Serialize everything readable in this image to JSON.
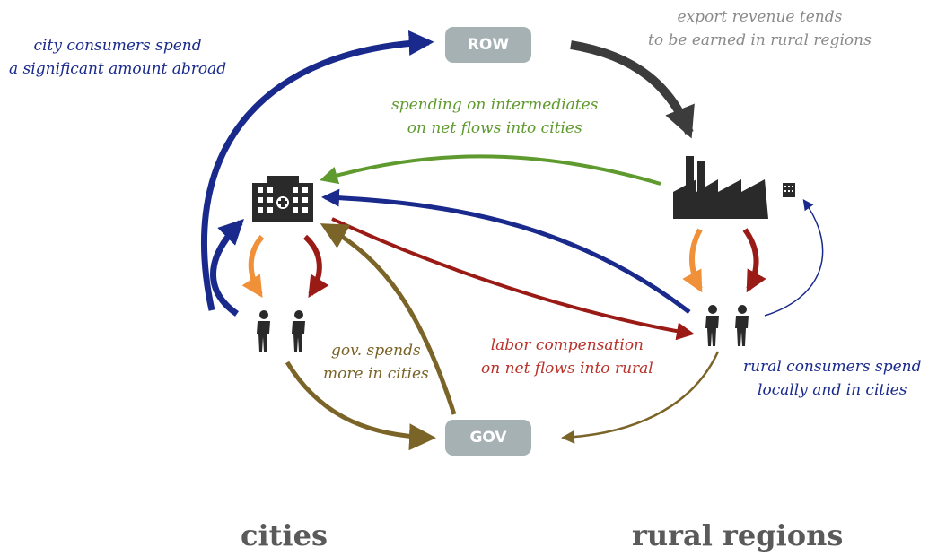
{
  "nodes": {
    "row": "ROW",
    "gov": "GOV"
  },
  "labels": {
    "city_consumers": [
      "city consumers spend",
      "a significant amount abroad"
    ],
    "export_revenue": [
      "export revenue tends",
      "to be earned in rural regions"
    ],
    "intermediates": [
      "spending on intermediates",
      "on net flows into cities"
    ],
    "gov_spends": [
      "gov. spends",
      "more in cities"
    ],
    "labor_comp": [
      "labor compensation",
      "on net flows into rural"
    ],
    "rural_consumers": [
      "rural consumers spend",
      "locally and in cities"
    ]
  },
  "regions": {
    "cities": "cities",
    "rural": "rural regions"
  },
  "icons": {
    "city_building": "hospital-building-icon",
    "factory": "factory-icon",
    "small_building": "small-building-icon",
    "people": "person-icon"
  },
  "colors": {
    "blue": "#1a2a8c",
    "dark_gray": "#3c3c3c",
    "green": "#5e9a2e",
    "orange": "#f0913a",
    "dark_red": "#9a1a16",
    "brown": "#7a6428",
    "gray_text": "#8a8a8a",
    "node_fill": "#a6b1b4"
  }
}
